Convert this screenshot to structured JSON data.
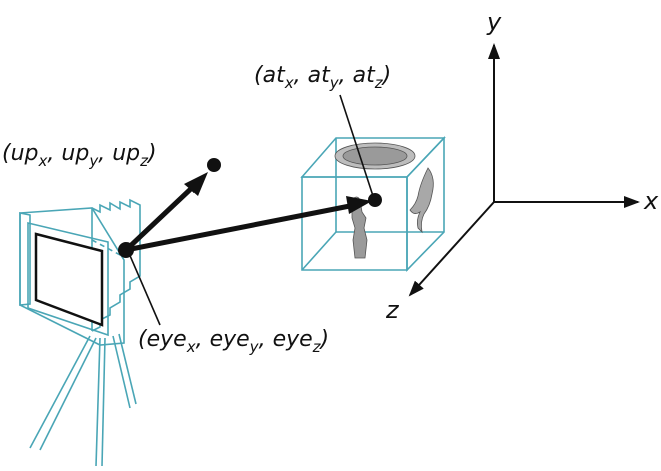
{
  "axes": {
    "x_label": "x",
    "y_label": "y",
    "z_label": "z"
  },
  "points": {
    "up": {
      "name": "up",
      "subs": [
        "x",
        "y",
        "z"
      ]
    },
    "at": {
      "name": "at",
      "subs": [
        "x",
        "y",
        "z"
      ]
    },
    "eye": {
      "name": "eye",
      "subs": [
        "x",
        "y",
        "z"
      ]
    }
  },
  "colors": {
    "ink": "#111111",
    "outline": "#4aa6b6"
  }
}
